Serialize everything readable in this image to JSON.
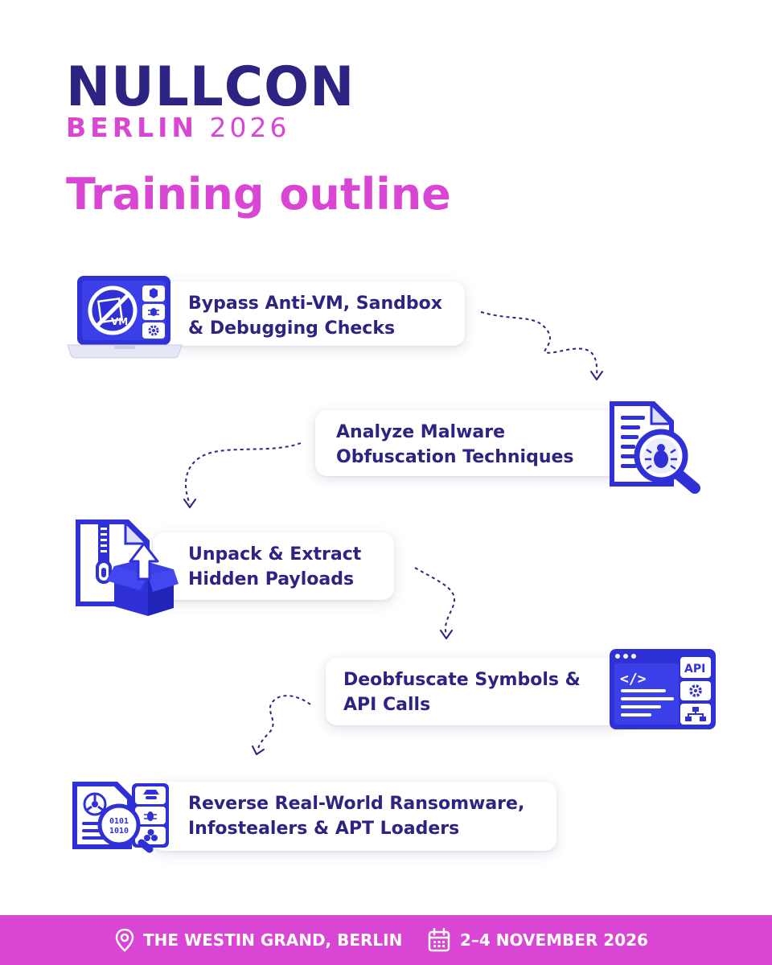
{
  "logo": {
    "line1": "NULLCON",
    "line2_city": "BERLIN",
    "line2_year": "2026"
  },
  "title": "Training outline",
  "steps": [
    {
      "line1": "Bypass Anti-VM, Sandbox",
      "line2": "& Debugging Checks",
      "icon": "laptop-anti-vm-icon"
    },
    {
      "line1": "Analyze Malware",
      "line2": "Obfuscation Techniques",
      "icon": "document-bug-magnifier-icon"
    },
    {
      "line1": "Unpack & Extract",
      "line2": "Hidden Payloads",
      "icon": "zip-file-box-icon"
    },
    {
      "line1": "Deobfuscate Symbols &",
      "line2": "API Calls",
      "icon": "code-window-api-icon"
    },
    {
      "line1": "Reverse Real-World Ransomware,",
      "line2": "Infostealers & APT Loaders",
      "icon": "biohazard-document-binary-icon"
    }
  ],
  "footer": {
    "venue": "THE WESTIN GRAND, BERLIN",
    "dates": "2–4 NOVEMBER 2026"
  },
  "icon_text": {
    "vm": "VM",
    "api": "API",
    "binary1": "0101",
    "binary2": "1010"
  },
  "colors": {
    "navy": "#2d2382",
    "magenta": "#d946d3",
    "blue": "#2f31d6",
    "white": "#ffffff"
  }
}
